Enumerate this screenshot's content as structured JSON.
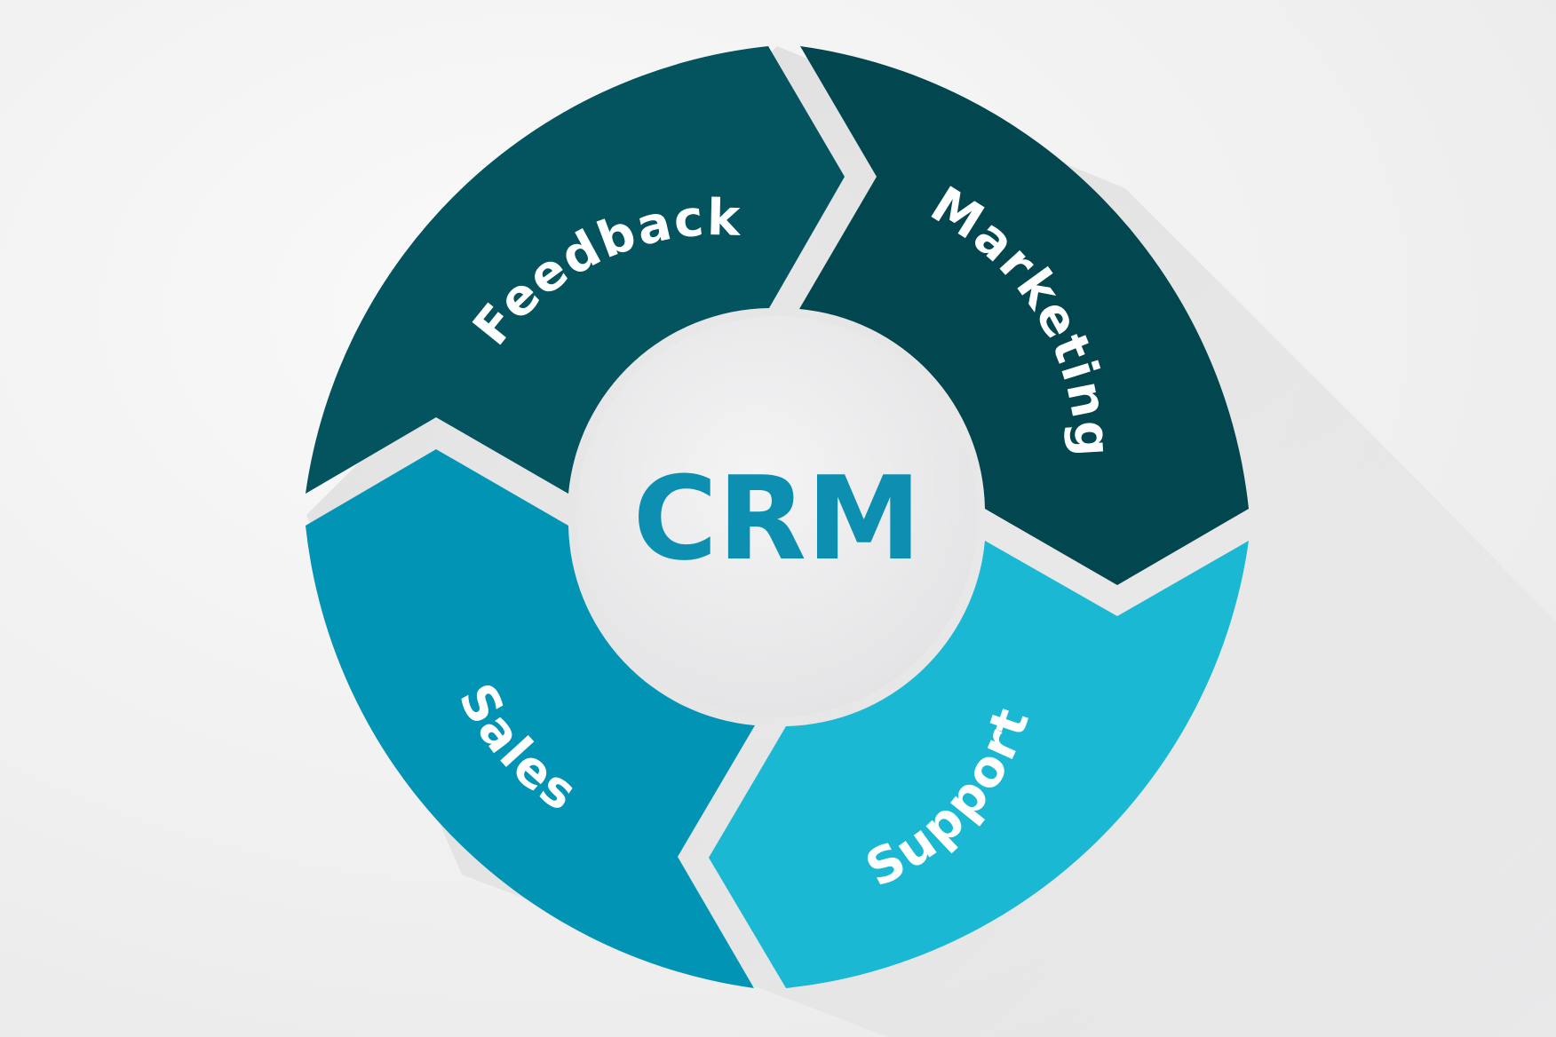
{
  "diagram": {
    "center": {
      "label": "CRM",
      "color": "#0c8fb0"
    },
    "segments": [
      {
        "id": "feedback",
        "label": "Feedback",
        "color": "#03545e"
      },
      {
        "id": "marketing",
        "label": "Marketing",
        "color": "#02474f"
      },
      {
        "id": "support",
        "label": "Support",
        "color": "#1bb8d3"
      },
      {
        "id": "sales",
        "label": "Sales",
        "color": "#0294b5"
      }
    ],
    "label_color": "#ffffff",
    "background_color": "#f3f3f4",
    "hub_color": "#ececed"
  }
}
